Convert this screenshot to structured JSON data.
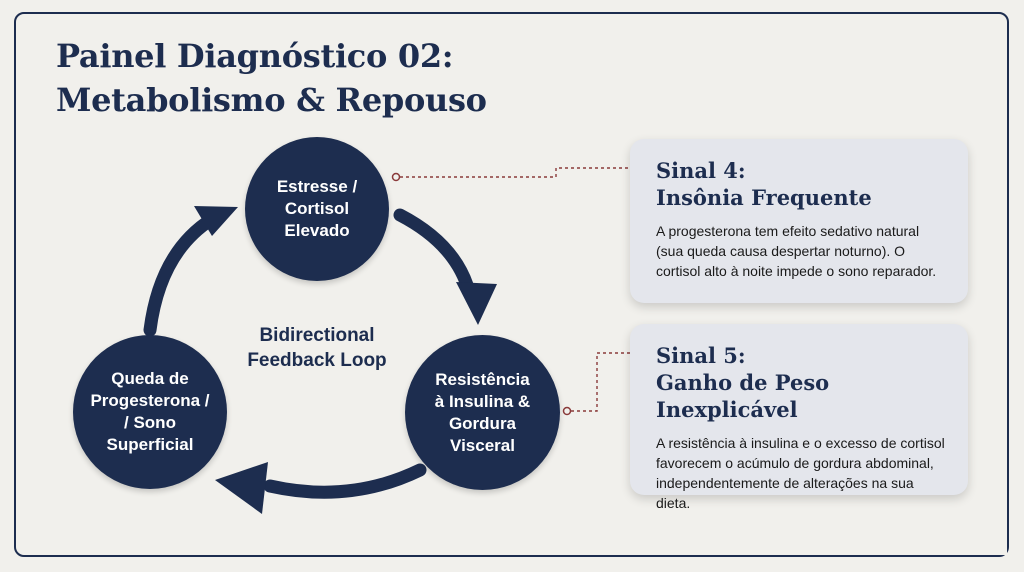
{
  "title": {
    "line1": "Painel Diagnóstico 02:",
    "line2": "Metabolismo & Repouso"
  },
  "nodes": {
    "stress": {
      "line1": "Estresse /",
      "line2": "Cortisol",
      "line3": "Elevado"
    },
    "insulin": {
      "line1": "Resistência",
      "line2": "à Insulina &",
      "line3": "Gordura",
      "line4": "Visceral"
    },
    "progesterone": {
      "line1": "Queda de",
      "line2": "Progesterona /",
      "line3": "/ Sono",
      "line4": "Superficial"
    }
  },
  "loop_label": {
    "line1": "Bidirectional",
    "line2": "Feedback Loop"
  },
  "cards": {
    "signal4": {
      "label": "Sinal 4:",
      "title": "Insônia Frequente",
      "body": "A progesterona tem efeito sedativo natural (sua queda causa despertar noturno). O cortisol alto à noite impede o sono reparador."
    },
    "signal5": {
      "label": "Sinal 5:",
      "title": "Ganho de Peso Inexplicável",
      "body": "A resistência à insulina e o excesso de cortisol favorecem o acúmulo de gordura abdominal, independentemente de alterações na sua dieta."
    }
  },
  "colors": {
    "navy": "#1d2d4f",
    "background": "#f1f0ec",
    "card": "#e4e6ec",
    "connector": "#8a3a3a"
  }
}
